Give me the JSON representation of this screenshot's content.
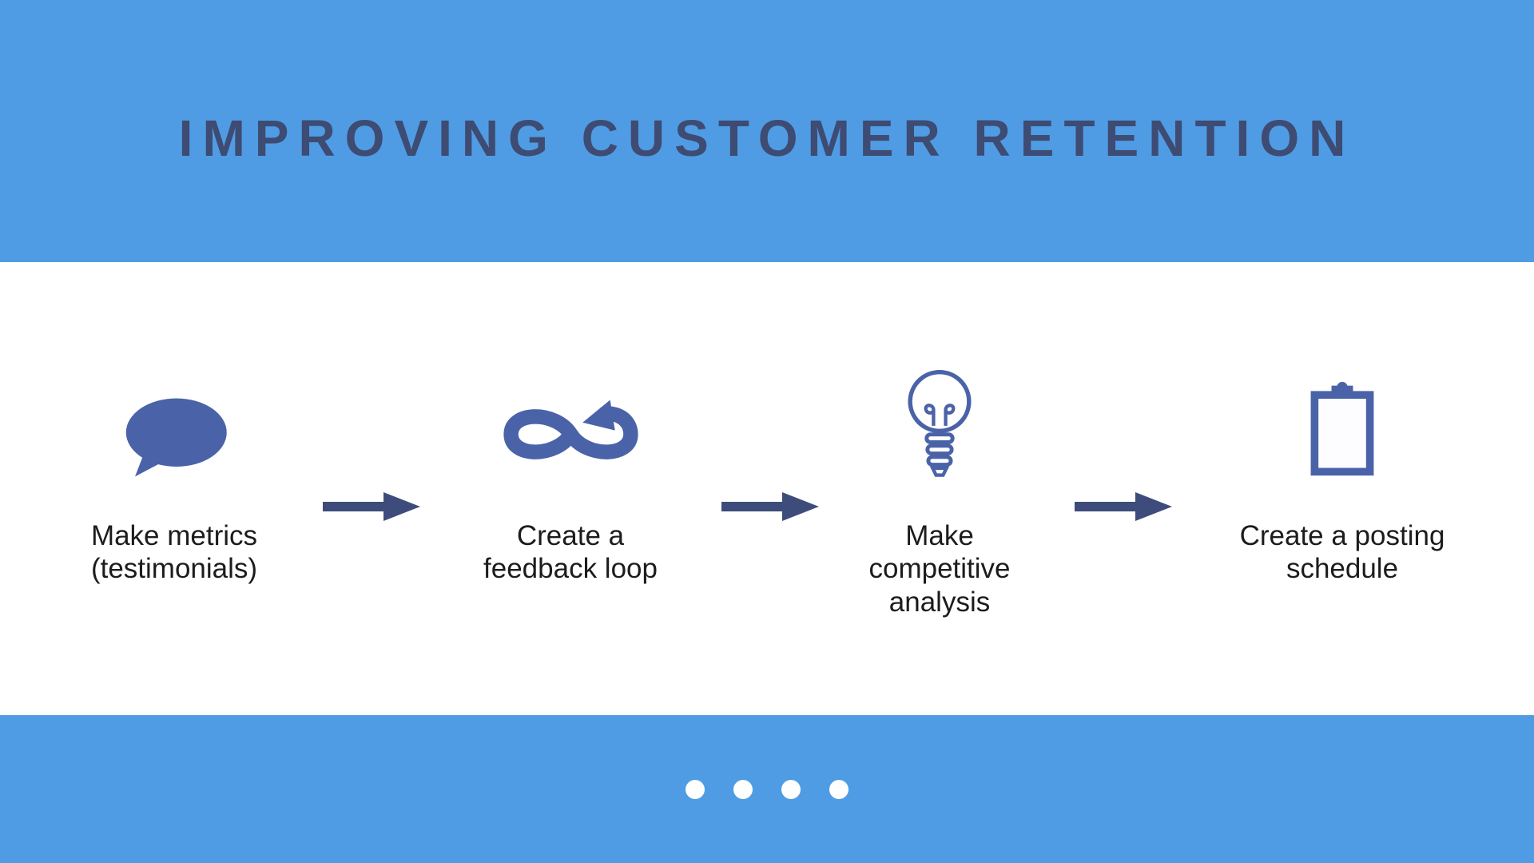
{
  "slide": {
    "title": "IMPROVING CUSTOMER RETENTION",
    "steps": [
      {
        "icon": "speech-bubble-icon",
        "label": "Make metrics\n(testimonials)"
      },
      {
        "icon": "feedback-loop-icon",
        "label": "Create a\nfeedback loop"
      },
      {
        "icon": "lightbulb-icon",
        "label": "Make\ncompetitive\nanalysis"
      },
      {
        "icon": "clipboard-icon",
        "label": "Create a posting\nschedule"
      }
    ],
    "pagination": {
      "count": 4
    },
    "colors": {
      "band_blue": "#4F9CE4",
      "title_navy": "#3E4B72",
      "icon_blue": "#4A63A8",
      "arrow_navy": "#3D4C7A",
      "text_dark": "#1C1C1C",
      "dot_white": "#FFFFFF"
    }
  }
}
